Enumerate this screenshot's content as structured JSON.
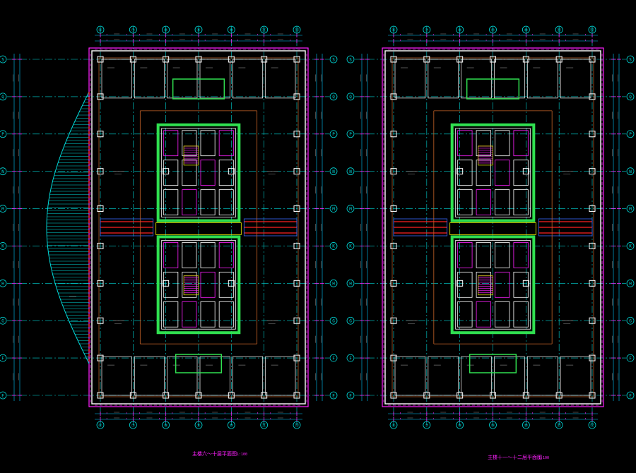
{
  "colors": {
    "background": "#000000",
    "axis": "#00d8d8",
    "wall": "#ffffff",
    "dim": "#00c8ff",
    "magenta": "#ff20ff",
    "core": "#30e050",
    "yellow": "#f0f000",
    "red": "#ff2020",
    "brown": "#c86428",
    "blue": "#3868ff",
    "gray": "#909090"
  },
  "plans": [
    {
      "id": "left",
      "grid_top_labels": [
        "⑥",
        "⑦",
        "⑧",
        "⑨",
        "⑩",
        "⑪",
        "⑫"
      ],
      "grid_bottom_labels": [
        "⑥",
        "⑦",
        "⑧",
        "⑨",
        "⑩",
        "⑪",
        "⑫"
      ],
      "grid_side_labels": [
        "S",
        "Q",
        "P",
        "N",
        "M",
        "K",
        "H",
        "G",
        "F",
        "E"
      ],
      "title": "主楼六～十层平面图",
      "scale": "1:100"
    },
    {
      "id": "right",
      "grid_top_labels": [
        "⑥",
        "⑦",
        "⑧",
        "⑨",
        "⑩",
        "⑪",
        "⑫"
      ],
      "grid_bottom_labels": [
        "⑥",
        "⑦",
        "⑧",
        "⑨",
        "⑩",
        "⑪",
        "⑫"
      ],
      "grid_side_labels": [
        "S",
        "Q",
        "P",
        "N",
        "M",
        "K",
        "H",
        "G",
        "F",
        "E"
      ],
      "title": "主楼十一～十二层平面图",
      "scale": "1:100"
    }
  ]
}
